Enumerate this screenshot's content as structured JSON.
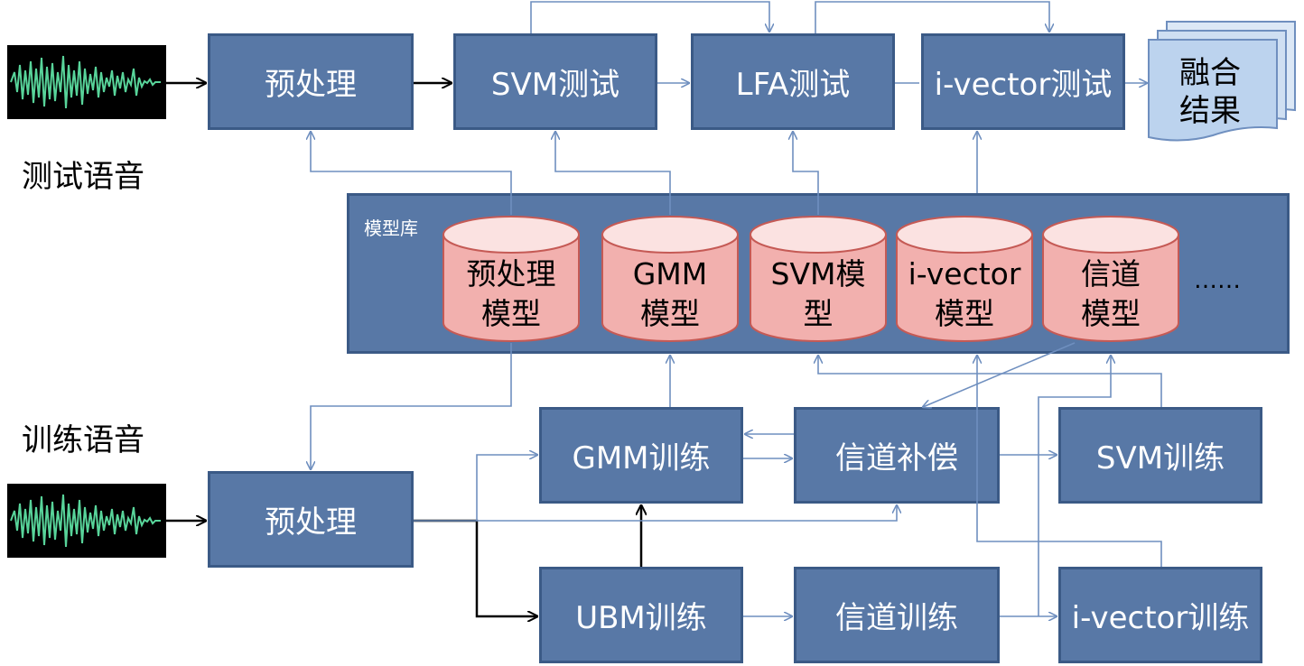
{
  "test": {
    "label": "测试语音",
    "preprocess": "预处理",
    "svm": "SVM测试",
    "lfa": "LFA测试",
    "ivector": "i-vector测试",
    "fusion_line1": "融合",
    "fusion_line2": "结果"
  },
  "library": {
    "title": "模型库",
    "models": [
      {
        "line1": "预处理",
        "line2": "模型"
      },
      {
        "line1": "GMM",
        "line2": "模型"
      },
      {
        "line1": "SVM模",
        "line2": "型"
      },
      {
        "line1": "i-vector",
        "line2": "模型"
      },
      {
        "line1": "信道",
        "line2": "模型"
      }
    ],
    "more": "……"
  },
  "train": {
    "label": "训练语音",
    "preprocess": "预处理",
    "gmm": "GMM训练",
    "channel_comp": "信道补偿",
    "svm": "SVM训练",
    "ubm": "UBM训练",
    "channel": "信道训练",
    "ivector": "i-vector训练"
  },
  "colors": {
    "box_fill": "#5878a6",
    "box_border": "#3b5a86",
    "cylinder_fill": "#f4b6b4",
    "arrow_blue": "#6f8fbf",
    "arrow_black": "#000000",
    "wave": "#58d49a"
  }
}
